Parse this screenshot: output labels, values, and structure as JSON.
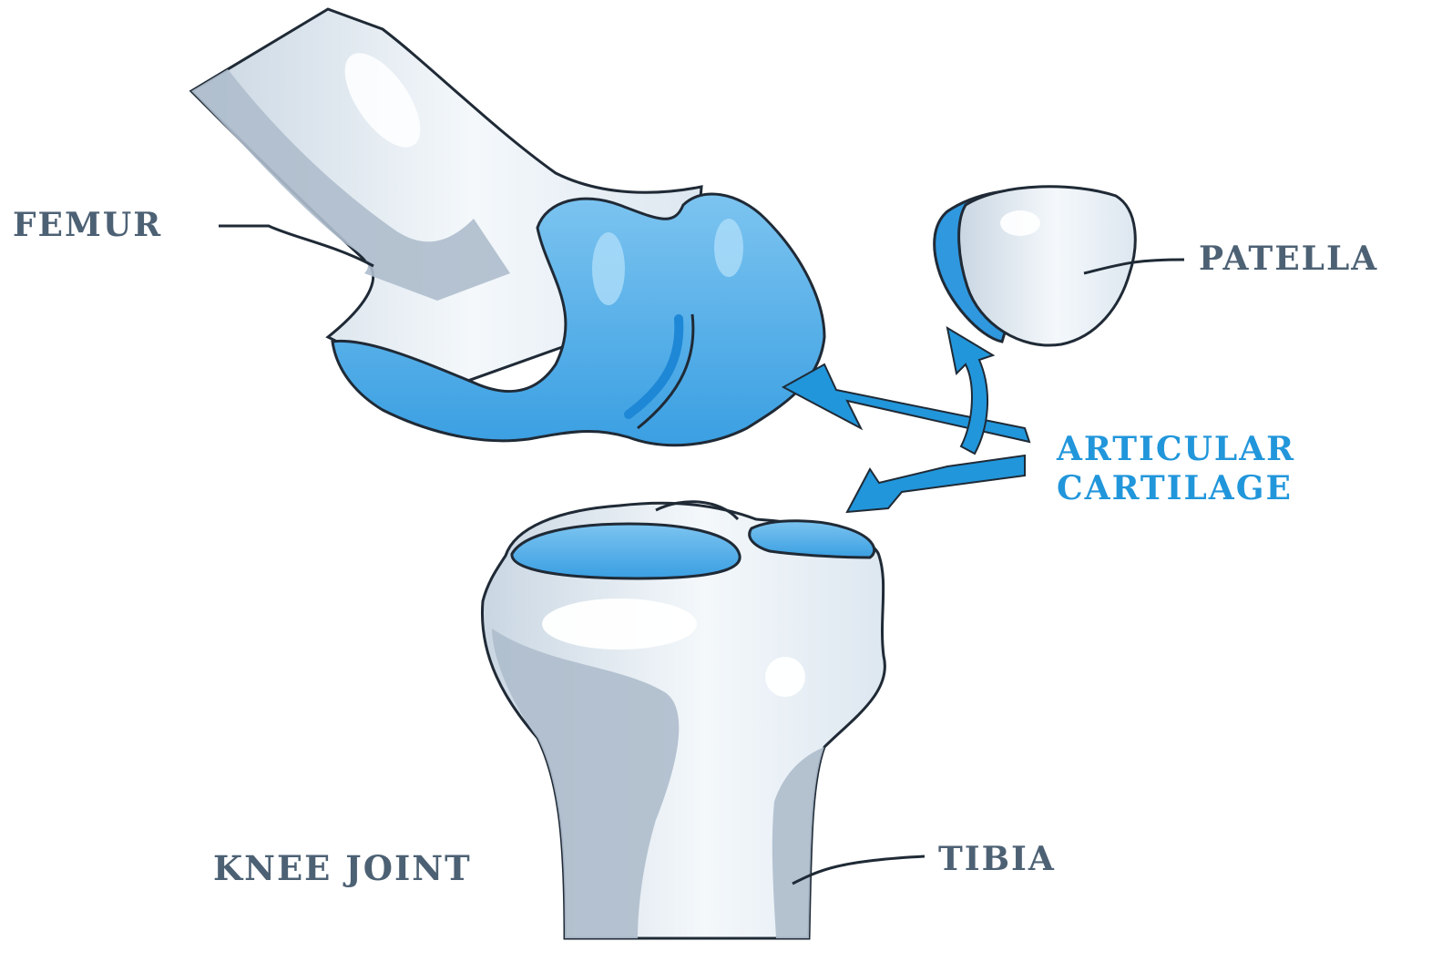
{
  "labels": {
    "femur": "FEMUR",
    "patella": "PATELLA",
    "articular_line1": "ARTICULAR",
    "articular_line2": "CARTILAGE",
    "knee_joint": "KNEE JOINT",
    "tibia": "TIBIA"
  },
  "colors": {
    "bone_light": "#eaf1f7",
    "bone_shade": "#aebdcc",
    "cartilage": "#3da4e6",
    "cartilage_dark": "#1e88d6",
    "cartilage_light": "#7ec6f2",
    "outline": "#1f2a36",
    "label_gray": "#4d6174",
    "label_blue": "#2196db"
  }
}
